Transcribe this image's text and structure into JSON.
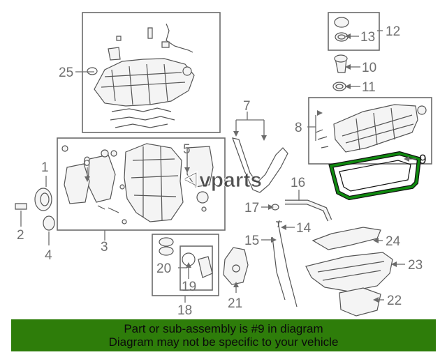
{
  "brand": {
    "logo_text": "ᐊvparts",
    "colors": {
      "highlight": "#0f8a0f",
      "banner": "#2e7d0a",
      "lines": "#6b6b6b"
    }
  },
  "callouts": [
    {
      "id": "c1",
      "label": "1"
    },
    {
      "id": "c2",
      "label": "2"
    },
    {
      "id": "c3",
      "label": "3"
    },
    {
      "id": "c4",
      "label": "4"
    },
    {
      "id": "c5",
      "label": "5"
    },
    {
      "id": "c6",
      "label": "6"
    },
    {
      "id": "c7",
      "label": "7"
    },
    {
      "id": "c8",
      "label": "8"
    },
    {
      "id": "c9",
      "label": "9"
    },
    {
      "id": "c10",
      "label": "10"
    },
    {
      "id": "c11",
      "label": "11"
    },
    {
      "id": "c12",
      "label": "12"
    },
    {
      "id": "c13",
      "label": "13"
    },
    {
      "id": "c14",
      "label": "14"
    },
    {
      "id": "c15",
      "label": "15"
    },
    {
      "id": "c16",
      "label": "16"
    },
    {
      "id": "c17",
      "label": "17"
    },
    {
      "id": "c18",
      "label": "18"
    },
    {
      "id": "c19",
      "label": "19"
    },
    {
      "id": "c20",
      "label": "20"
    },
    {
      "id": "c21",
      "label": "21"
    },
    {
      "id": "c22",
      "label": "22"
    },
    {
      "id": "c23",
      "label": "23"
    },
    {
      "id": "c24",
      "label": "24"
    },
    {
      "id": "c25",
      "label": "25"
    }
  ],
  "highlighted_part": "9",
  "banner": {
    "line1": "Part or sub-assembly is #9 in diagram",
    "line2": "Diagram may not be specific to your vehicle"
  }
}
